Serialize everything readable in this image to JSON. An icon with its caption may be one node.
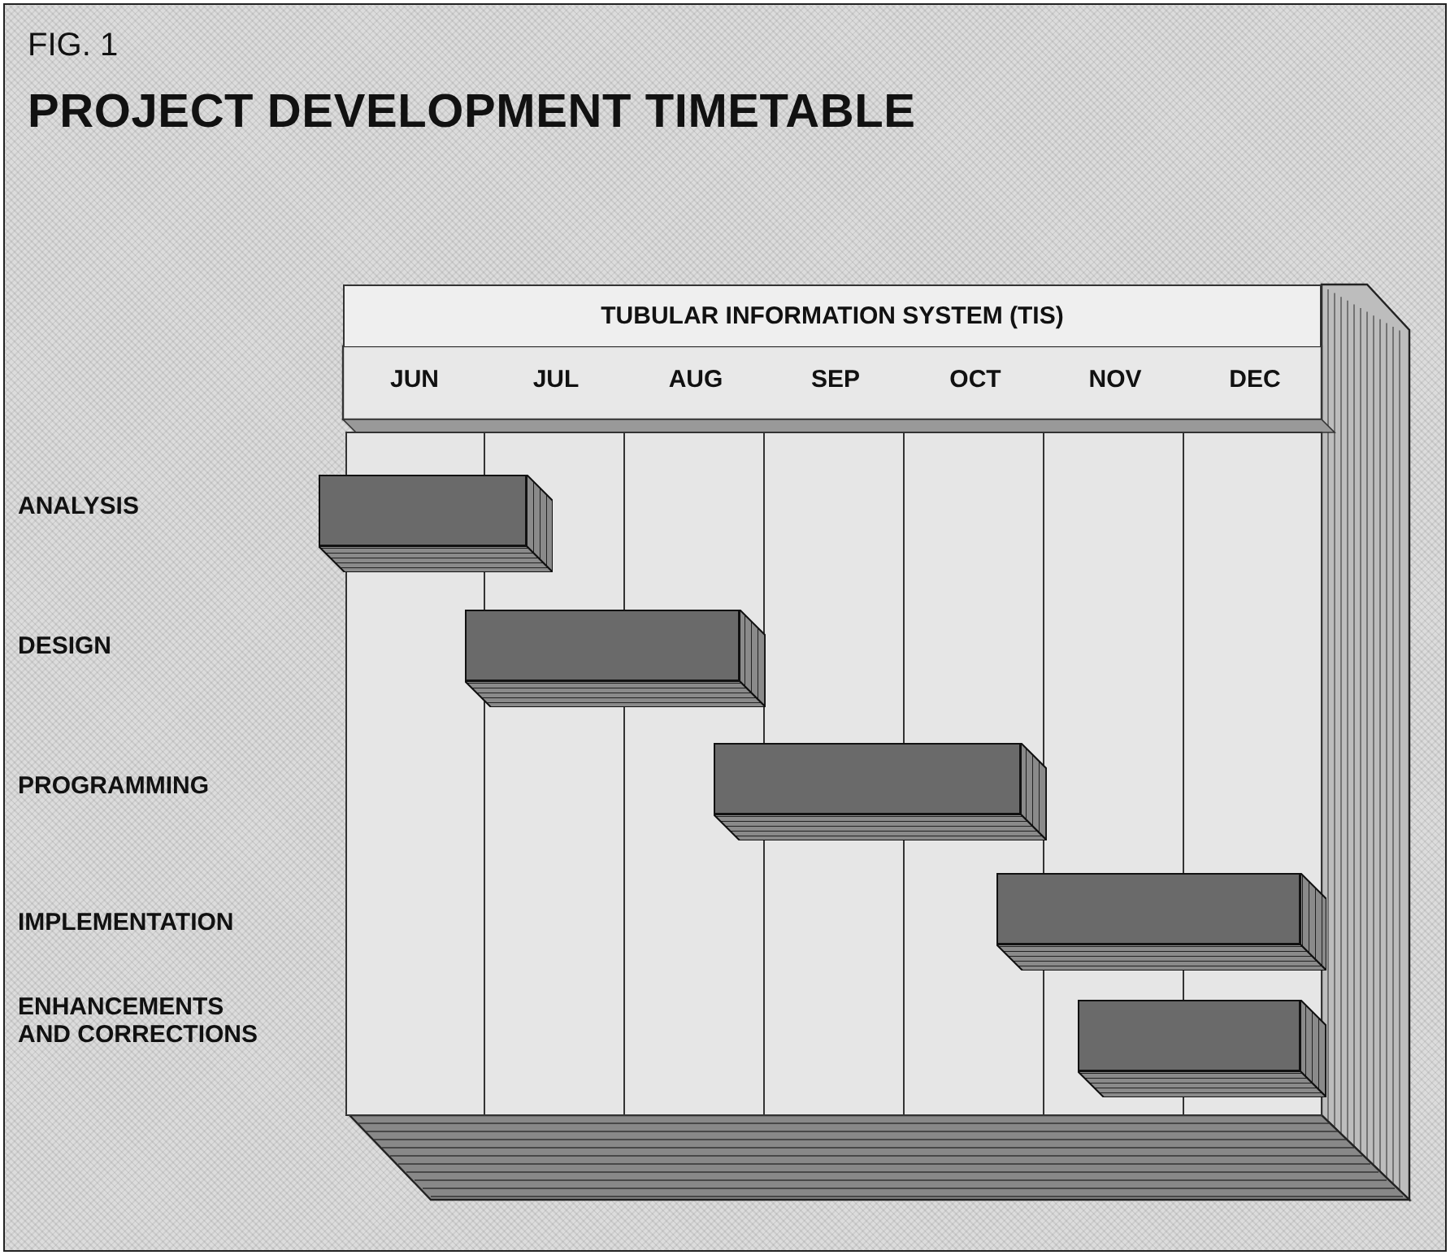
{
  "diagram": {
    "title": "PROJECT DEVELOPMENT TIMETABLE",
    "nodes": [
      {
        "text": [
          "TUBULAR INFORMATION SYSTEM (TIS)"
        ]
      },
      {
        "text": [],
        "shape": "bar"
      },
      {
        "text": [],
        "shape": "bar"
      },
      {
        "text": [],
        "shape": "bar"
      },
      {
        "text": [],
        "shape": "bar"
      },
      {
        "text": [],
        "shape": "bar"
      }
    ],
    "edges": [],
    "labels": [
      "FIG. 1",
      "JUN",
      "JUL",
      "AUG",
      "SEP",
      "OCT",
      "NOV",
      "DEC",
      "ANALYSIS",
      "DESIGN",
      "PROGRAMMING",
      "IMPLEMENTATION",
      "ENHANCEMENTS AND CORRECTIONS"
    ]
  }
}
